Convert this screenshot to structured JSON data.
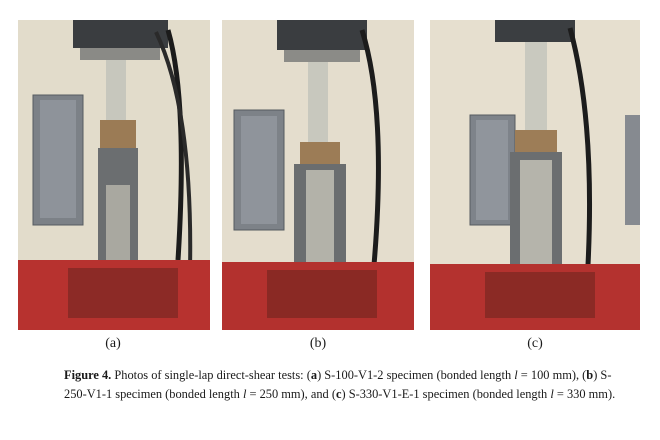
{
  "figure": {
    "panels": [
      {
        "id": "a",
        "label": "(a)"
      },
      {
        "id": "b",
        "label": "(b)"
      },
      {
        "id": "c",
        "label": "(c)"
      }
    ],
    "caption": {
      "number": "Figure 4.",
      "text_1": " Photos of single-lap direct-shear tests: (",
      "a_tag": "a",
      "text_2": ") S-100-V1-2 specimen (bonded length ",
      "l_1": "l",
      "text_3": " = 100 mm), (",
      "b_tag": "b",
      "text_4": ") S-250-V1-1 specimen (bonded length ",
      "l_2": "l",
      "text_5": " = 250 mm), and (",
      "c_tag": "c",
      "text_6": ") S-330-V1-E-1 specimen (bonded length ",
      "l_3": "l",
      "text_7": " = 330 mm)."
    }
  }
}
